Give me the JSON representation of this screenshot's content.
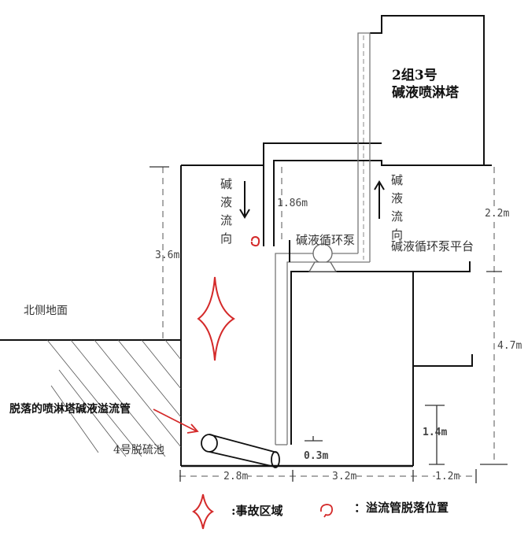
{
  "tower": {
    "line1": "2组3号",
    "line2": "碱液喷淋塔"
  },
  "labels": {
    "flow_down": "碱液流向",
    "flow_up": "碱液流向",
    "pump": "碱液循环泵",
    "pump_platform": "碱液循环泵平台",
    "north_ground": "北侧地面",
    "fallen_pipe": "脱落的喷淋塔碱液溢流管",
    "pool": "4号脱硫池"
  },
  "dimensions": {
    "d_3_6": "3.6m",
    "d_1_86": "1.86m",
    "d_2_2": "2.2m",
    "d_4_7": "4.7m",
    "d_1_4": "1.4m",
    "d_0_3": "0.3m",
    "d_2_8": "2.8m",
    "d_3_2": "3.2m",
    "d_1_2": "1.2m"
  },
  "legend": {
    "accident_area": ":事故区域",
    "pipe_detach": "：溢流管脱落位置"
  },
  "colors": {
    "accent": "#d42a2a",
    "line": "#111111"
  }
}
